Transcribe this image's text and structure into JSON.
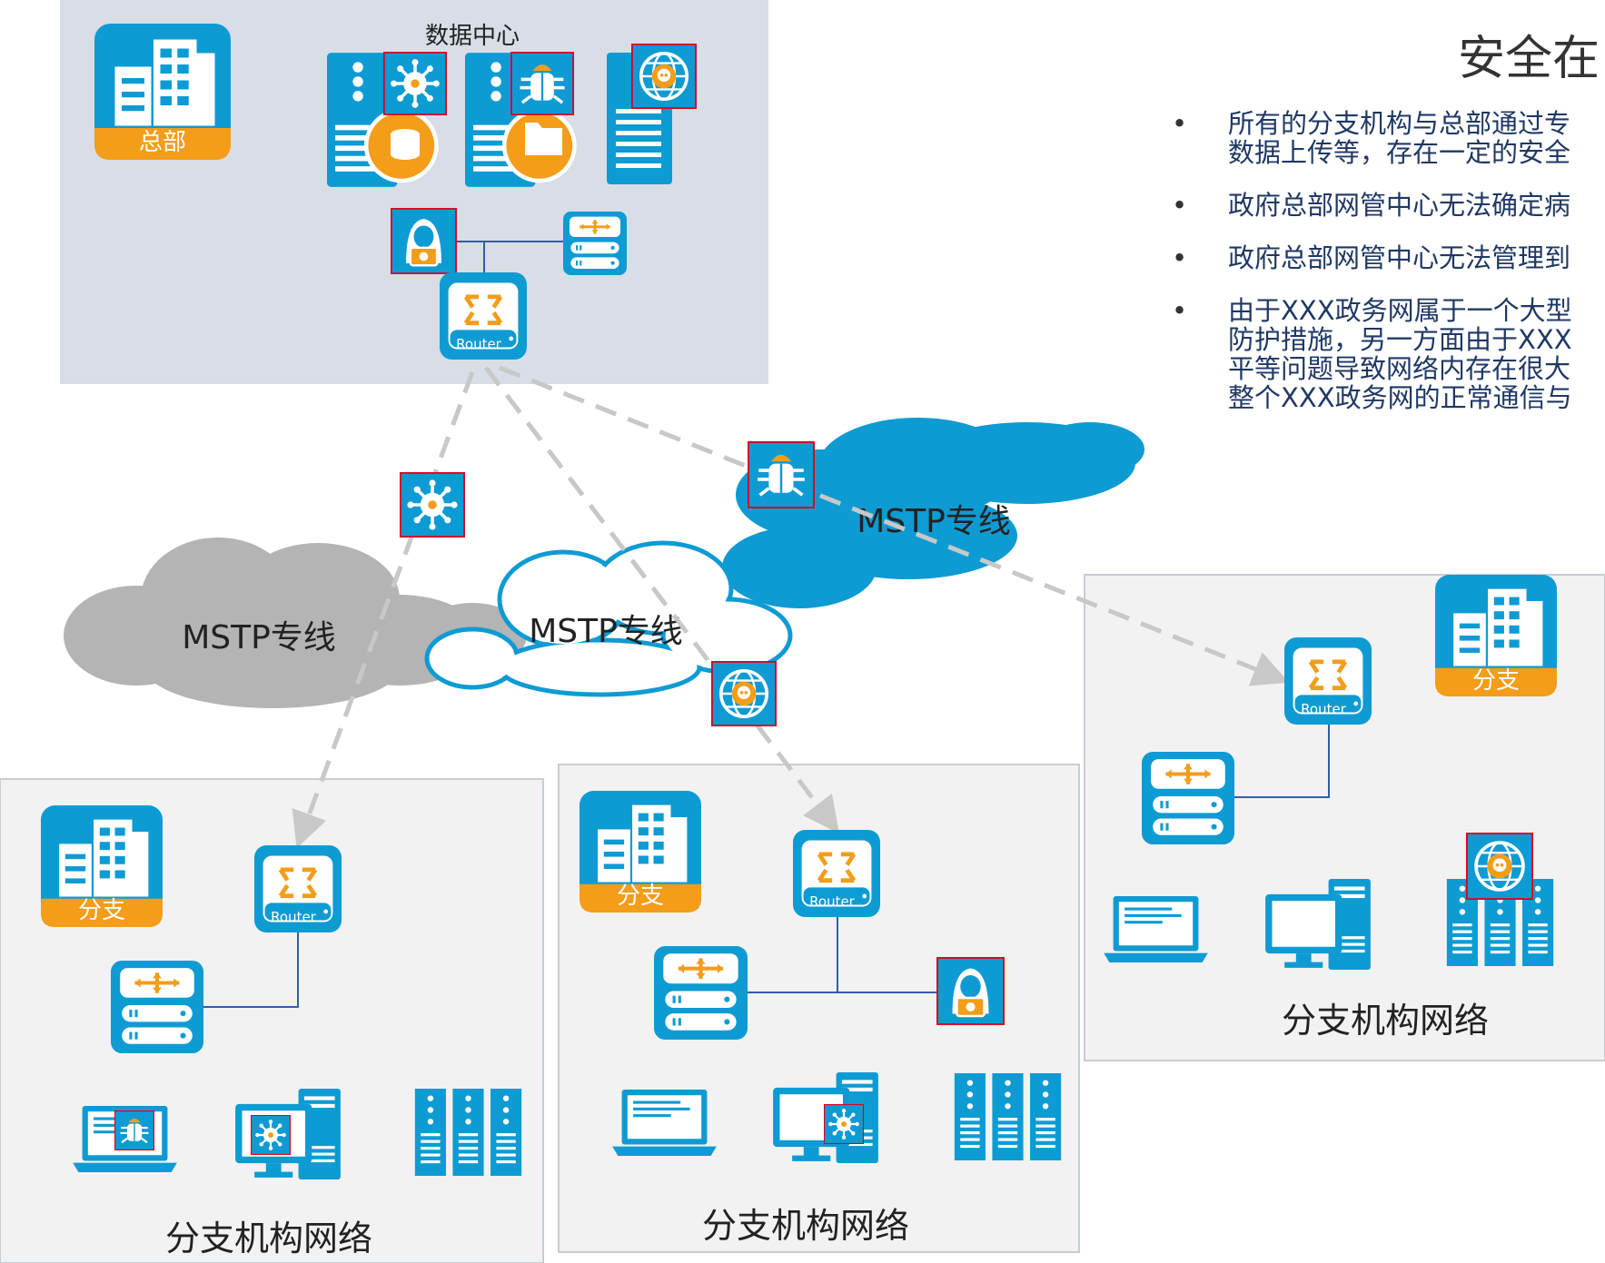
{
  "title": "安全在",
  "bullets": [
    {
      "lines": [
        "所有的分支机构与总部通过专",
        "数据上传等，存在一定的安全"
      ]
    },
    {
      "lines": [
        "政府总部网管中心无法确定病"
      ]
    },
    {
      "lines": [
        "政府总部网管中心无法管理到"
      ]
    },
    {
      "lines": [
        "由于XXX政务网属于一个大型",
        "防护措施，另一方面由于XXX",
        "平等问题导致网络内存在很大",
        "整个XXX政务网的正常通信与"
      ]
    }
  ],
  "hq": {
    "label": "总部",
    "datacenter_label": "数据中心"
  },
  "clouds": {
    "left": "MSTP专线",
    "middle": "MSTP专线",
    "right": "MSTP专线"
  },
  "router_label": "Router",
  "branch_label": "分支",
  "branch_network_label": "分支机构网络",
  "colors": {
    "blue": "#0e9bd3",
    "orange": "#f39d19",
    "threat_border": "#e0001a",
    "panel": "#d8dde6",
    "branch_panel": "#f2f2f2"
  }
}
